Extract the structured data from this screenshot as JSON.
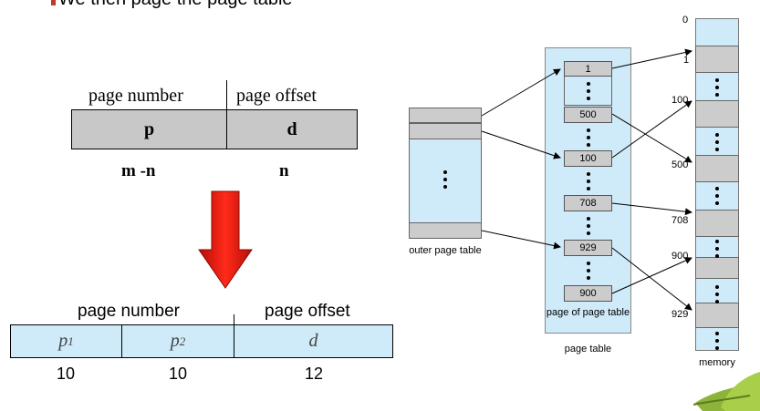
{
  "bullet": {
    "text": "We then page the page table"
  },
  "single_level": {
    "header_left": "page number",
    "header_right": "page offset",
    "cell_left": "p",
    "cell_right": "d",
    "bits_left": "m -n",
    "bits_right": "n"
  },
  "two_level": {
    "header_left": "page number",
    "header_right": "page offset",
    "cell_p1": "p",
    "cell_p1_sub": "1",
    "cell_p2": "p",
    "cell_p2_sub": "2",
    "cell_d": "d",
    "bits_p1": "10",
    "bits_p2": "10",
    "bits_d": "12"
  },
  "diagram": {
    "outer_page_table_label": "outer page table",
    "page_of_page_table_label": "page of page table",
    "page_table_label": "page table",
    "memory_label": "memory",
    "entries": [
      "1",
      "500",
      "100",
      "708",
      "929",
      "900"
    ],
    "memory_addresses": [
      "0",
      "1",
      "100",
      "500",
      "708",
      "900",
      "929"
    ]
  },
  "colors": {
    "arrow_red": "#e8170f",
    "light_blue": "#cfeaf8",
    "gray_cell": "#c8c8c8"
  }
}
